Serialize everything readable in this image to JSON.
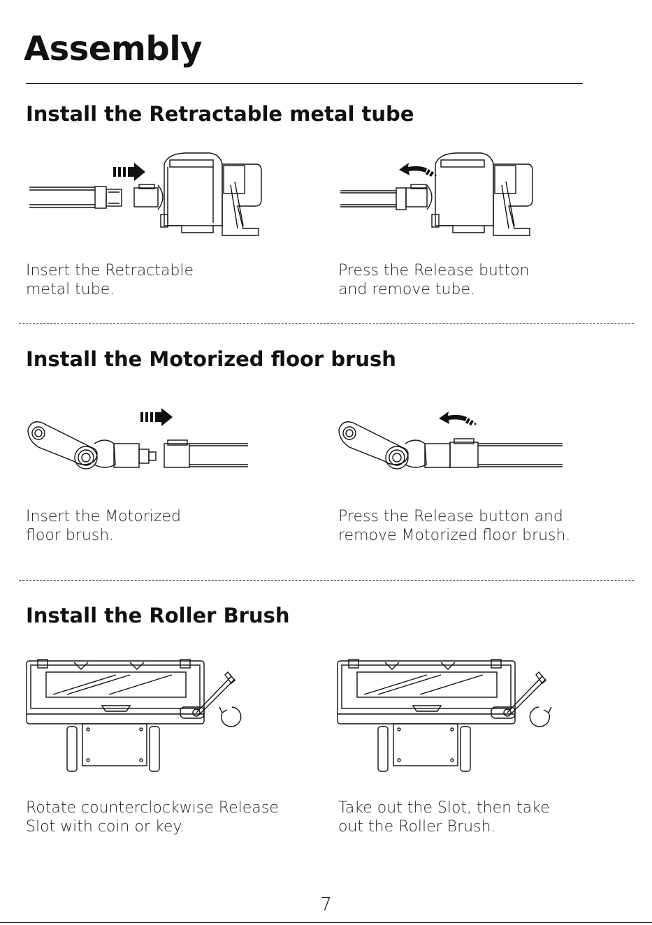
{
  "page": {
    "title": "Assembly",
    "page_number": "7"
  },
  "sections": [
    {
      "heading": "Install the Retractable metal tube",
      "steps": [
        {
          "caption_lines": [
            "Insert the Retractable",
            "metal tube."
          ],
          "arrow": "push-right-arrow"
        },
        {
          "caption_lines": [
            "Press the Release button",
            "and remove tube."
          ],
          "arrow": "curved-left-arrow"
        }
      ]
    },
    {
      "heading": "Install the Motorized floor brush",
      "steps": [
        {
          "caption_lines": [
            "Insert the Motorized",
            "floor brush."
          ],
          "arrow": "push-right-arrow"
        },
        {
          "caption_lines": [
            "Press the Release button and",
            "remove Motorized floor brush."
          ],
          "arrow": "curved-left-arrow"
        }
      ]
    },
    {
      "heading": "Install the Roller Brush",
      "steps": [
        {
          "caption_lines": [
            "Rotate counterclockwise Release",
            "Slot with coin or key."
          ],
          "arrow": "counterclockwise-arrow"
        },
        {
          "caption_lines": [
            "Take out the Slot, then take",
            "out the Roller Brush."
          ],
          "arrow": "clockwise-arrow"
        }
      ]
    }
  ]
}
